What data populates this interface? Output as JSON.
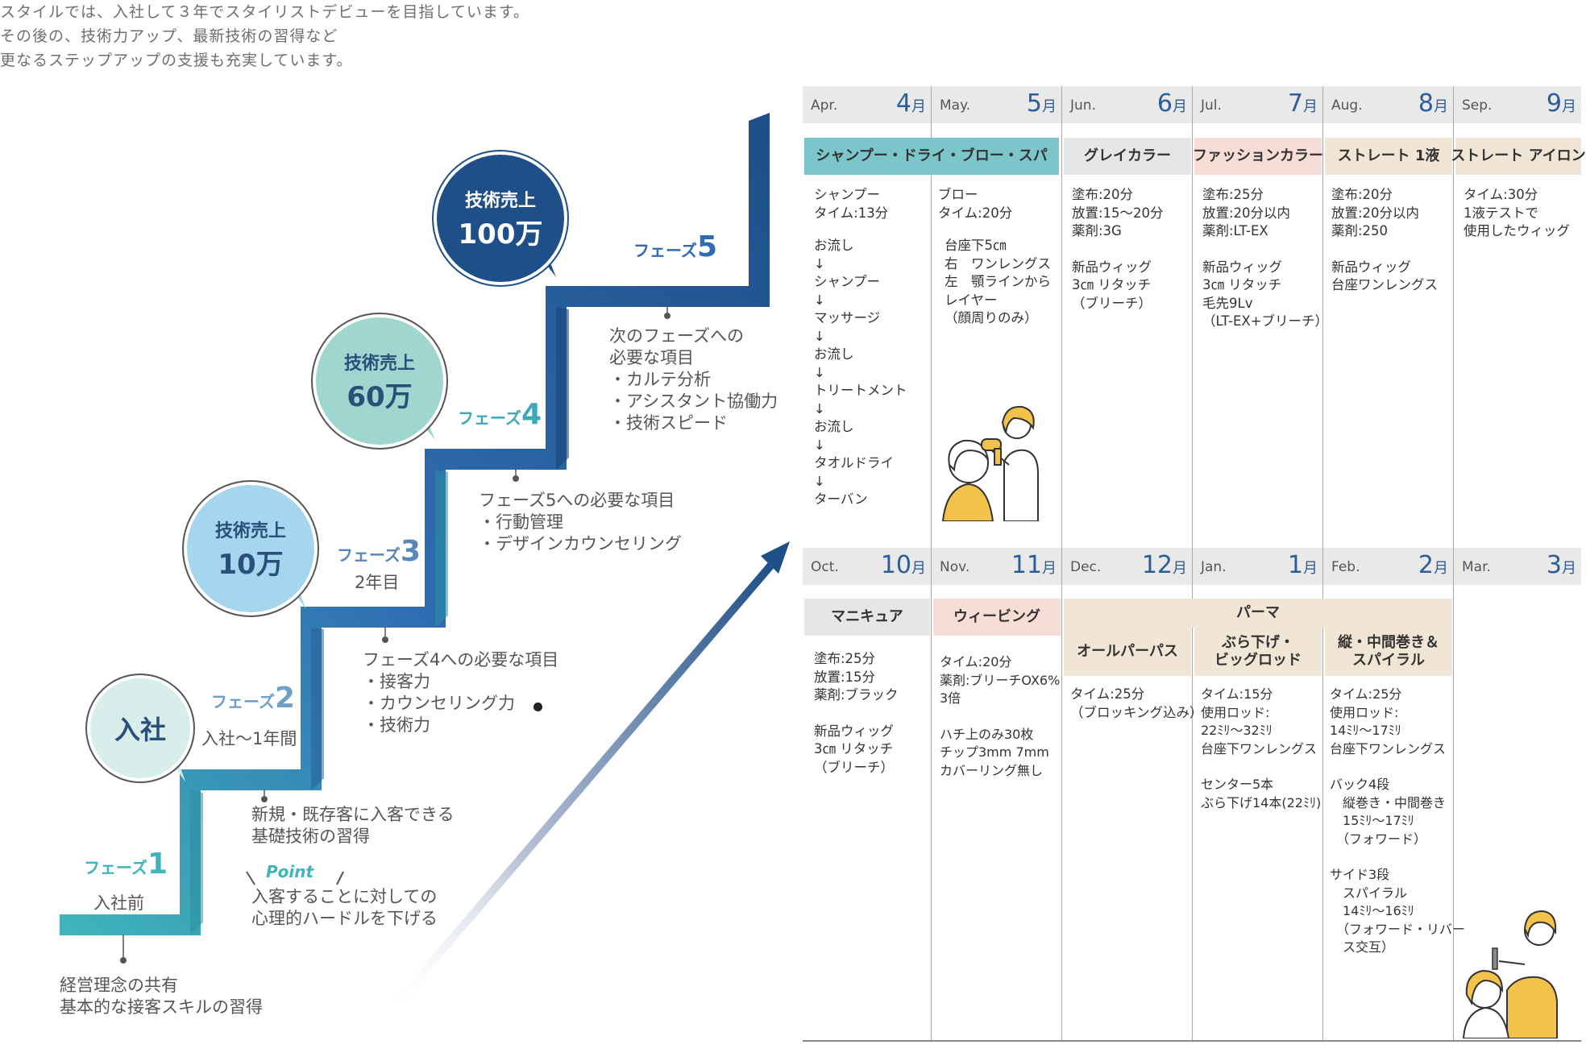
{
  "intro": [
    "スタイルでは、入社して３年でスタイリストデビューを目指しています。",
    "その後の、技術力アップ、最新技術の習得など",
    "更なるステップアップの支援も充実しています。"
  ],
  "circles": {
    "c100": {
      "l1": "技術売上",
      "l2": "100万"
    },
    "c60": {
      "l1": "技術売上",
      "l2": "60万"
    },
    "c10": {
      "l1": "技術売上",
      "l2": "10万"
    },
    "join": {
      "l1": "入社"
    }
  },
  "phases": {
    "p1": {
      "pre": "フェーズ",
      "num": "1",
      "sub": "入社前"
    },
    "p2": {
      "pre": "フェーズ",
      "num": "2",
      "sub": "入社〜1年間"
    },
    "p3": {
      "pre": "フェーズ",
      "num": "3",
      "sub": "2年目"
    },
    "p4": {
      "pre": "フェーズ",
      "num": "4"
    },
    "p5": {
      "pre": "フェーズ",
      "num": "5"
    }
  },
  "notes": {
    "p1": [
      "経営理念の共有",
      "基本的な接客スキルの習得"
    ],
    "p2": [
      "新規・既存客に入客できる",
      "基礎技術の習得"
    ],
    "point_label": "Point",
    "point": [
      "入客することに対しての",
      "心理的ハードルを下げる"
    ],
    "p3": [
      "フェーズ4への必要な項目",
      "・接客力",
      "・カウンセリング力",
      "・技術力"
    ],
    "p4": [
      "フェーズ5への必要な項目",
      "・行動管理",
      "・デザインカウンセリング"
    ],
    "p5": [
      "次のフェーズへの",
      "必要な項目",
      "・カルテ分析",
      "・アシスタント協働力",
      "・技術スピード"
    ]
  },
  "months_top": [
    {
      "en": "Apr.",
      "num": "4",
      "kanji": "月"
    },
    {
      "en": "May.",
      "num": "5",
      "kanji": "月"
    },
    {
      "en": "Jun.",
      "num": "6",
      "kanji": "月"
    },
    {
      "en": "Jul.",
      "num": "7",
      "kanji": "月"
    },
    {
      "en": "Aug.",
      "num": "8",
      "kanji": "月"
    },
    {
      "en": "Sep.",
      "num": "9",
      "kanji": "月"
    }
  ],
  "months_bottom": [
    {
      "en": "Oct.",
      "num": "10",
      "kanji": "月"
    },
    {
      "en": "Nov.",
      "num": "11",
      "kanji": "月"
    },
    {
      "en": "Dec.",
      "num": "12",
      "kanji": "月"
    },
    {
      "en": "Jan.",
      "num": "1",
      "kanji": "月"
    },
    {
      "en": "Feb.",
      "num": "2",
      "kanji": "月"
    },
    {
      "en": "Mar.",
      "num": "3",
      "kanji": "月"
    }
  ],
  "top_bands": {
    "apr_may": "シャンプー・ドライ・ブロー・スパ",
    "jun": "グレイカラー",
    "jul": "ファッションカラー",
    "aug": "ストレート 1液",
    "sep": "ストレート アイロン"
  },
  "top_bodies": {
    "apr": [
      "シャンプー",
      "タイム:13分",
      "",
      "お流し",
      "↓",
      "シャンプー",
      "↓",
      "マッサージ",
      "↓",
      "お流し",
      "↓",
      "トリートメント",
      "↓",
      "お流し",
      "↓",
      "タオルドライ",
      "↓",
      "ターバン"
    ],
    "may": [
      "ブロー",
      "タイム:20分",
      "",
      "台座下5㎝",
      "右　ワンレングス",
      "左　顎ラインから",
      "レイヤー",
      "（顔周りのみ）"
    ],
    "jun": [
      "塗布:20分",
      "放置:15〜20分",
      "薬剤:3G",
      "",
      "新品ウィッグ",
      "3㎝ リタッチ",
      "（ブリーチ）"
    ],
    "jul": [
      "塗布:25分",
      "放置:20分以内",
      "薬剤:LT-EX",
      "",
      "新品ウィッグ",
      "3㎝ リタッチ",
      "毛先9Lv",
      "（LT-EX+ブリーチ）"
    ],
    "aug": [
      "塗布:20分",
      "放置:20分以内",
      "薬剤:250",
      "",
      "新品ウィッグ",
      "台座ワンレングス"
    ],
    "sep": [
      "タイム:30分",
      "1液テストで",
      "使用したウィッグ"
    ]
  },
  "bottom_bands": {
    "oct": "マニキュア",
    "nov": "ウィービング",
    "perm": "パーマ",
    "dec": "オールパーパス",
    "jan": [
      "ぶら下げ・",
      "ビッグロッド"
    ],
    "feb": [
      "縦・中間巻き＆",
      "スパイラル"
    ]
  },
  "bottom_bodies": {
    "oct": [
      "塗布:25分",
      "放置:15分",
      "薬剤:ブラック",
      "",
      "新品ウィッグ",
      "3㎝ リタッチ",
      "（ブリーチ）"
    ],
    "nov": [
      "タイム:20分",
      "薬剤:ブリーチOX6%",
      "3倍",
      "",
      "ハチ上のみ30枚",
      "チップ3mm 7mm",
      "カバーリング無し"
    ],
    "dec": [
      "タイム:25分",
      "（ブロッキング込み）"
    ],
    "jan": [
      "タイム:15分",
      "使用ロッド:",
      "22ﾐﾘ〜32ﾐﾘ",
      "台座下ワンレングス",
      "",
      "センター5本",
      "ぶら下げ14本(22ﾐﾘ)"
    ],
    "feb": [
      "タイム:25分",
      "使用ロッド:",
      "14ﾐﾘ〜17ﾐﾘ",
      "台座下ワンレングス",
      "",
      "バック4段",
      "　縦巻き・中間巻き",
      "　15ﾐﾘ〜17ﾐﾘ",
      "　（フォワード）",
      "",
      "サイド3段",
      "　スパイラル",
      "　14ﾐﾘ〜16ﾐﾘ",
      "　（フォワード・リバー",
      "　ス交互）"
    ]
  },
  "colors": {
    "teal": "#3fb5bb",
    "navy": "#1f4f88",
    "blue": "#2f6db2",
    "light_blue": "#a5d6ee",
    "mint": "#9fd6cf",
    "pale_mint": "#d8eeea",
    "band_gray": "#e6e6e6",
    "band_pink": "#f7ddd5",
    "band_beige": "#f1e5d6",
    "band_teal": "#7cc5cb"
  }
}
